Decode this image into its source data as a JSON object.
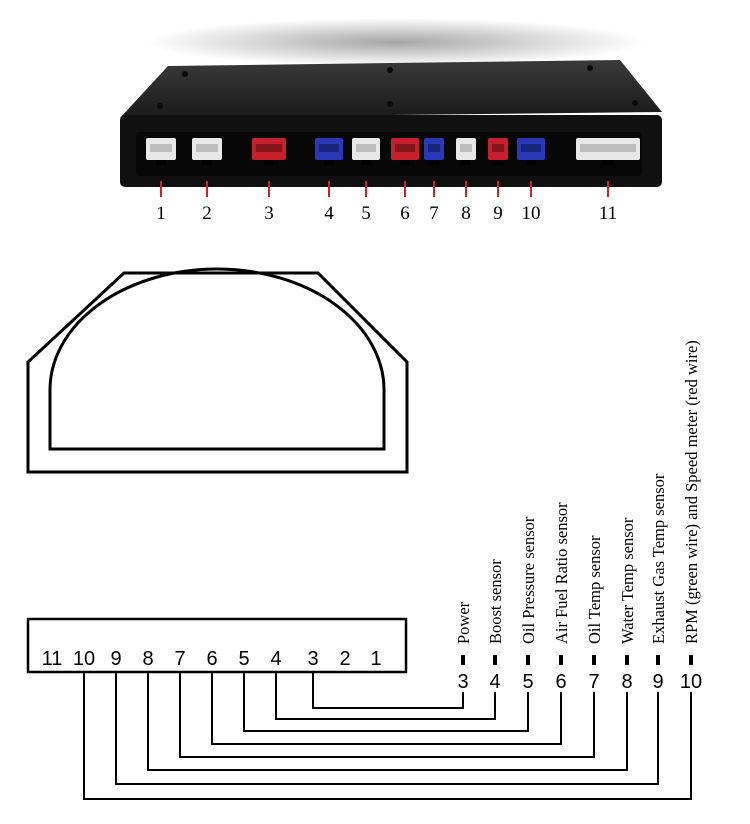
{
  "colors": {
    "box_body": "#1b1b1b",
    "box_face": "#0f0f0f",
    "connector_white": "#e8e8e8",
    "connector_red": "#c8202a",
    "connector_blue": "#2838b8",
    "tick_red": "#d42020",
    "ink": "#000000"
  },
  "device": {
    "ports": [
      {
        "number": "1",
        "color": "connector_white"
      },
      {
        "number": "2",
        "color": "connector_white"
      },
      {
        "number": "3",
        "color": "connector_red"
      },
      {
        "number": "4",
        "color": "connector_blue"
      },
      {
        "number": "5",
        "color": "connector_white"
      },
      {
        "number": "6",
        "color": "connector_red"
      },
      {
        "number": "7",
        "color": "connector_blue"
      },
      {
        "number": "8",
        "color": "connector_white"
      },
      {
        "number": "9",
        "color": "connector_red"
      },
      {
        "number": "10",
        "color": "connector_blue"
      },
      {
        "number": "11",
        "color": "connector_white"
      }
    ]
  },
  "connector_strip": {
    "numbers": [
      "11",
      "10",
      "9",
      "8",
      "7",
      "6",
      "5",
      "4",
      "3",
      "2",
      "1"
    ]
  },
  "wires": [
    {
      "pin": "3",
      "label": "Power"
    },
    {
      "pin": "4",
      "label": "Boost  sensor"
    },
    {
      "pin": "5",
      "label": "Oil Pressure sensor"
    },
    {
      "pin": "6",
      "label": "Air Fuel Ratio sensor"
    },
    {
      "pin": "7",
      "label": "Oil Temp sensor"
    },
    {
      "pin": "8",
      "label": "Water Temp sensor"
    },
    {
      "pin": "9",
      "label": "Exhaust Gas Temp sensor"
    },
    {
      "pin": "10",
      "label": "RPM (green wire) and Speed meter (red wire)"
    }
  ]
}
